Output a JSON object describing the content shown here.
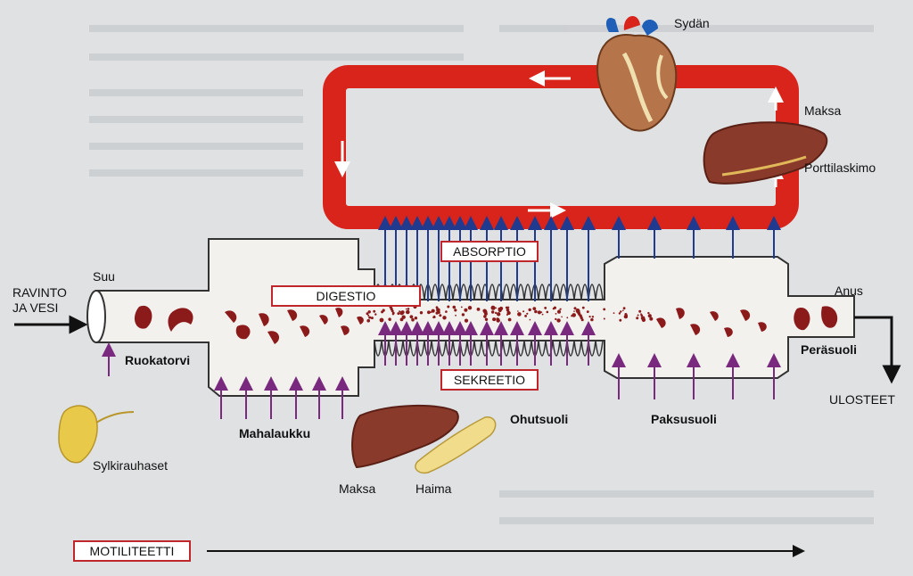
{
  "labels": {
    "sydan": "Sydän",
    "maksa_top": "Maksa",
    "porttilaskimo": "Porttilaskimo",
    "suu": "Suu",
    "ravinto": "RAVINTO",
    "ja_vesi": "JA VESI",
    "ruokatorvi": "Ruokatorvi",
    "sylkirauhaset": "Sylkirauhaset",
    "mahalaukku": "Mahalaukku",
    "maksa_bottom": "Maksa",
    "haima": "Haima",
    "ohutsuoli": "Ohutsuoli",
    "paksusuoli": "Paksusuoli",
    "perasuoli": "Peräsuoli",
    "anus": "Anus",
    "ulosteet": "ULOSTEET"
  },
  "processes": {
    "absorptio": "ABSORPTIO",
    "digestio": "DIGESTIO",
    "sekreetio": "SEKREETIO",
    "motiliteetti": "MOTILITEETTI"
  },
  "colors": {
    "blood": "#d9241c",
    "absorption_arrow": "#1f3a8f",
    "secretion_arrow": "#7a2a7e",
    "box_border": "#c0272d",
    "food": "#8b1a1a",
    "liver": "#8a3a2a",
    "tract_fill": "#f2f1ee"
  },
  "icons": [
    "heart-icon",
    "liver-icon",
    "pancreas-icon",
    "salivary-gland-icon"
  ]
}
